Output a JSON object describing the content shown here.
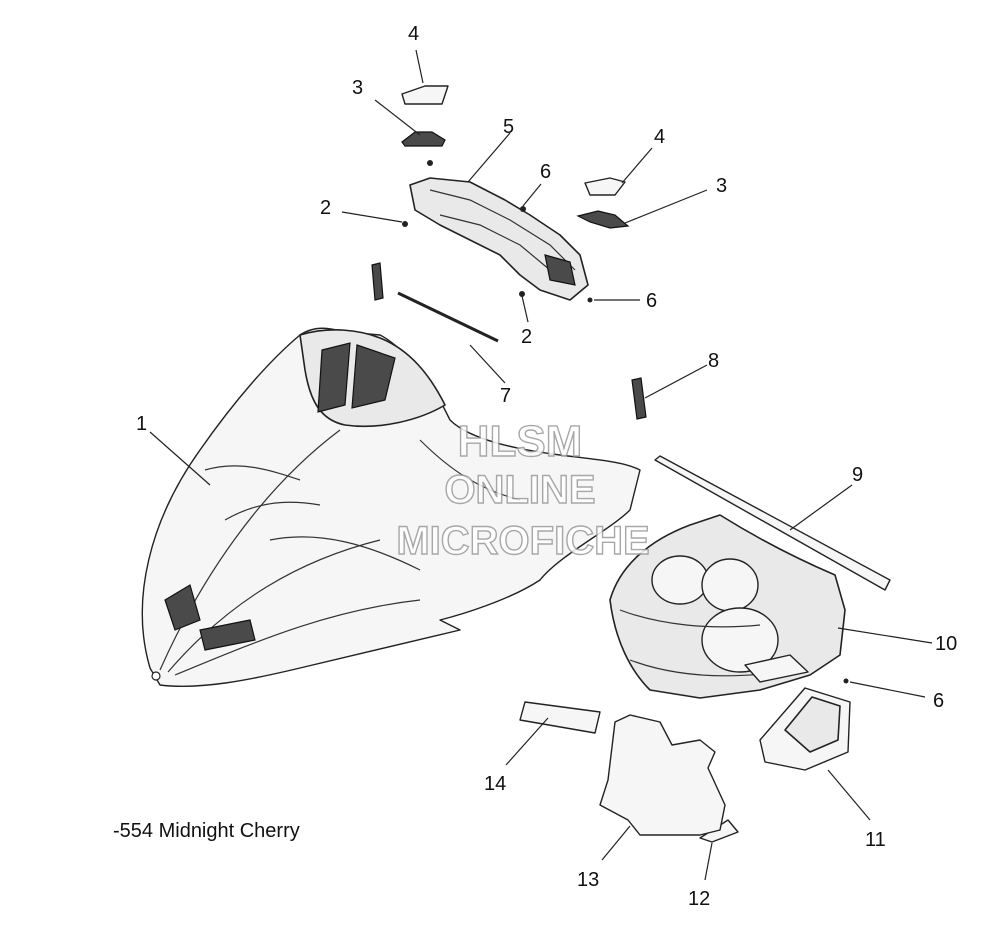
{
  "callouts": {
    "c1": "1",
    "c2a": "2",
    "c2b": "2",
    "c3a": "3",
    "c3b": "3",
    "c4a": "4",
    "c4b": "4",
    "c5": "5",
    "c6a": "6",
    "c6b": "6",
    "c6c": "6",
    "c7": "7",
    "c8": "8",
    "c9": "9",
    "c10": "10",
    "c11": "11",
    "c12": "12",
    "c13": "13",
    "c14": "14"
  },
  "caption": "-554 Midnight Cherry",
  "watermark": {
    "line1": "HLSM",
    "line2": "ONLINE",
    "line3": "MICROFICHE"
  }
}
